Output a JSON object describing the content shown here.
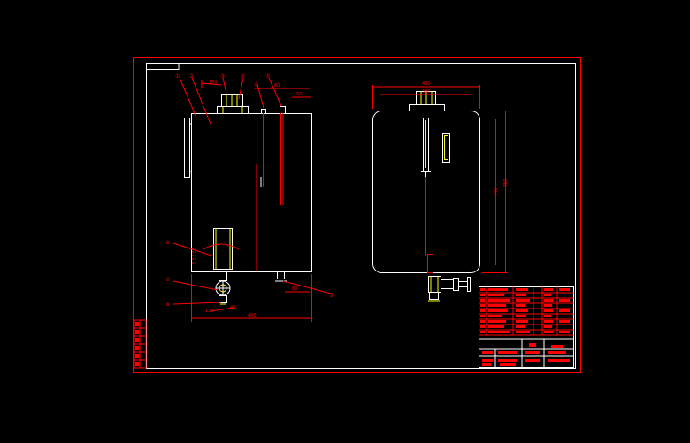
{
  "drawing": {
    "colors": {
      "background": "#000000",
      "red": "#ff0000",
      "white": "#ffffff",
      "yellow": "#ffff00",
      "cyan": "#00c8ff"
    },
    "side_view": {
      "balloons": [
        "①",
        "②",
        "③",
        "④",
        "⑤",
        "⑥",
        "⑦",
        "⑧",
        "⑨",
        "⑩"
      ],
      "dimensions": {
        "overall_width": "400",
        "bottom_a": "120",
        "bottom_b": "40",
        "bottom_c": "80",
        "top_a": "180",
        "top_b": "60",
        "top_c": "150"
      }
    },
    "front_view": {
      "dimensions": {
        "top_width": "400",
        "inner_width": "380",
        "height_right": "480",
        "height_inner": "440"
      }
    }
  }
}
